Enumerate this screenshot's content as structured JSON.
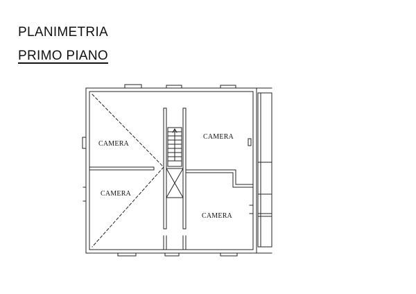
{
  "header": {
    "title": "PLANIMETRIA",
    "subtitle": "PRIMO PIANO"
  },
  "rooms": [
    {
      "label": "CAMERA"
    },
    {
      "label": "CAMERA"
    },
    {
      "label": "CAMERA"
    },
    {
      "label": "CAMERA"
    }
  ],
  "colors": {
    "wall": "#222222",
    "background": "#ffffff"
  }
}
